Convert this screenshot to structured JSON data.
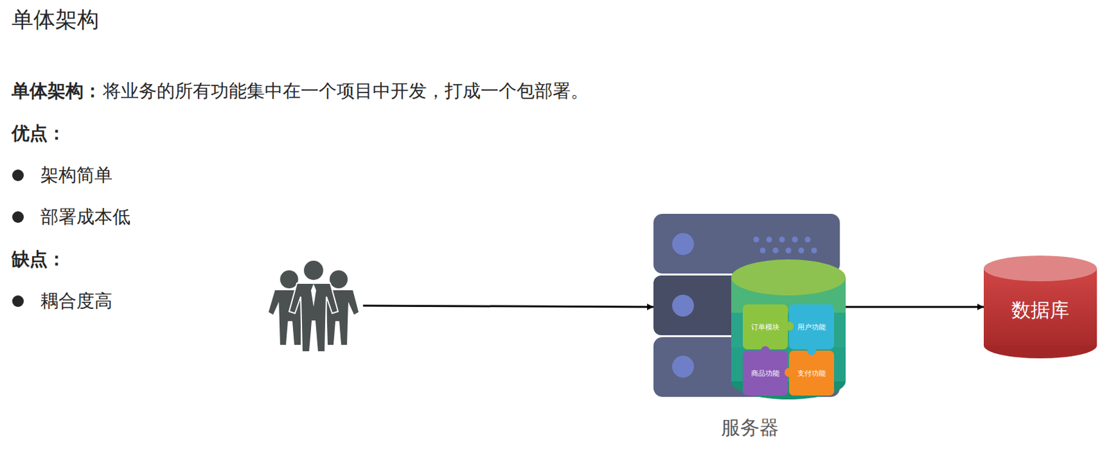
{
  "diagram": {
    "title": "单体架构",
    "nodes": [
      {
        "text": [
          "服务器"
        ]
      },
      {
        "text": [
          "订单模块"
        ],
        "in": 0
      },
      {
        "text": [
          "用户功能"
        ],
        "in": 0
      },
      {
        "text": [
          "商品功能"
        ],
        "in": 0
      },
      {
        "text": [
          "支付功能"
        ],
        "in": 0
      },
      {
        "text": [
          "数据库"
        ]
      }
    ],
    "edges": [
      {
        "from": 0,
        "to": 5,
        "arrow": "to"
      }
    ],
    "labels": [
      "单体架构：",
      "将业务的所有功能集中在一个项目中开发，打成一个包部署。",
      "优点：",
      "架构简单",
      "部署成本低",
      "缺点：",
      "耦合度高"
    ]
  }
}
